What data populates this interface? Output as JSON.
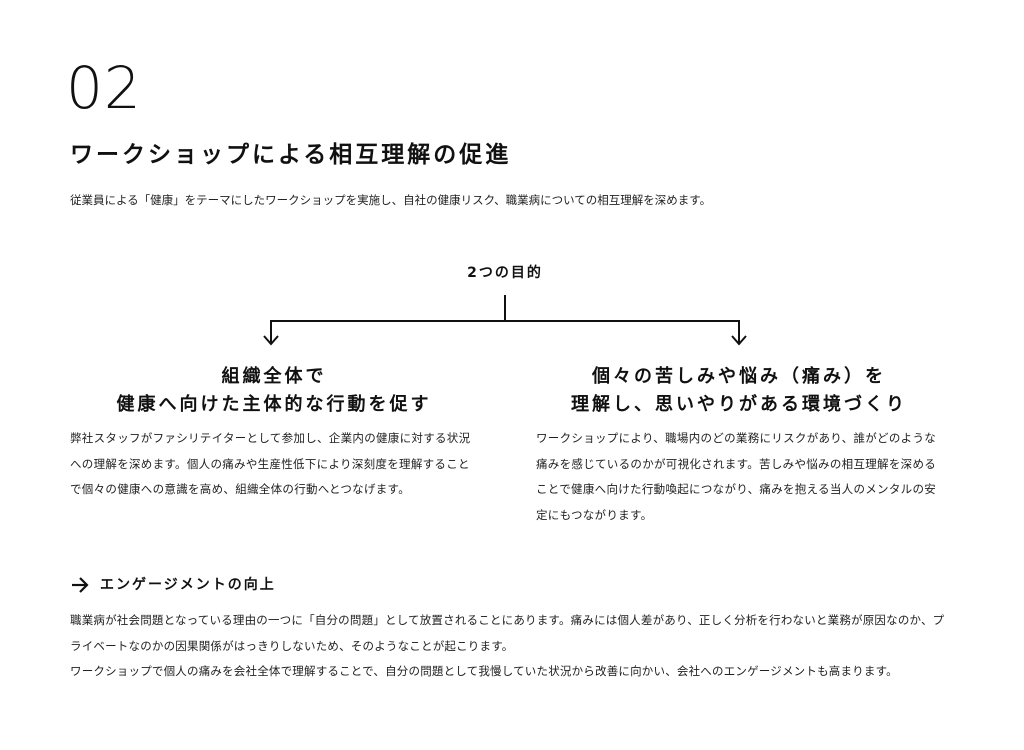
{
  "section": {
    "number": "02",
    "title": "ワークショップによる相互理解の促進",
    "lead": "従業員による「健康」をテーマにしたワークショップを実施し、自社の健康リスク、職業病についての相互理解を深めます。"
  },
  "purpose": {
    "heading": "2つの目的",
    "goals": [
      {
        "title_line1": "組織全体で",
        "title_line2": "健康へ向けた主体的な行動を促す",
        "body": "弊社スタッフがファシリテイターとして参加し、企業内の健康に対する状況への理解を深めます。個人の痛みや生産性低下により深刻度を理解することで個々の健康への意識を高め、組織全体の行動へとつなげます。"
      },
      {
        "title_line1": "個々の苦しみや悩み（痛み）を",
        "title_line2": "理解し、思いやりがある環境づくり",
        "body": "ワークショップにより、職場内のどの業務にリスクがあり、誰がどのような痛みを感じているのかが可視化されます。苦しみや悩みの相互理解を深めることで健康へ向けた行動喚起につながり、痛みを抱える当人のメンタルの安定にもつながります。"
      }
    ]
  },
  "engagement": {
    "icon": "arrow-right-icon",
    "heading": "エンゲージメントの向上",
    "paragraph1": "職業病が社会問題となっている理由の一つに「自分の問題」として放置されることにあります。痛みには個人差があり、正しく分析を行わないと業務が原因なのか、プライベートなのかの因果関係がはっきりしないため、そのようなことが起こります。",
    "paragraph2": "ワークショップで個人の痛みを会社全体で理解することで、自分の問題として我慢していた状況から改善に向かい、会社へのエンゲージメントも高まります。"
  },
  "colors": {
    "text": "#111111",
    "body_text": "#222222",
    "background": "#ffffff"
  }
}
